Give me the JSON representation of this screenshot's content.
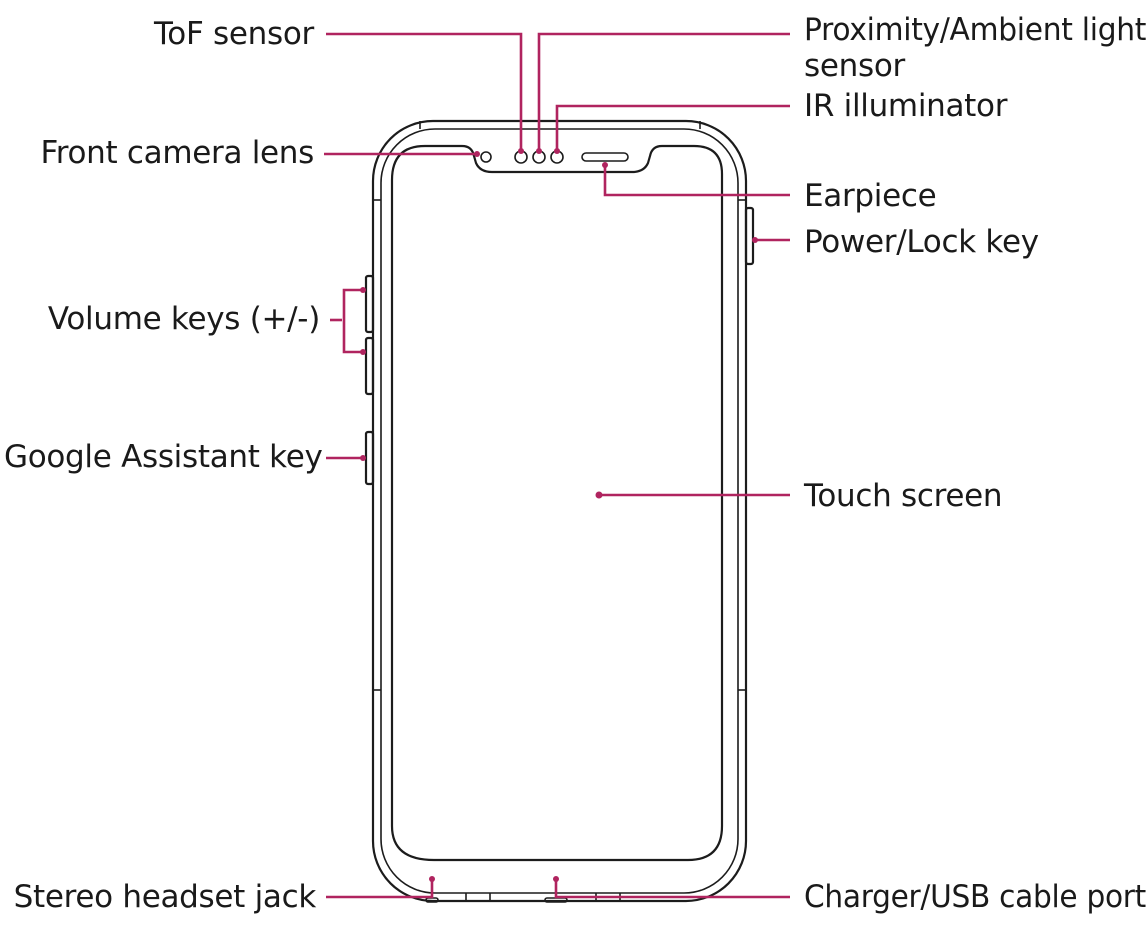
{
  "diagram": {
    "labels": {
      "tof_sensor": "ToF sensor",
      "proximity_line1": "Proximity/Ambient light",
      "proximity_line2": "sensor",
      "ir_illuminator": "IR illuminator",
      "front_camera": "Front camera lens",
      "earpiece": "Earpiece",
      "power_key": "Power/Lock key",
      "volume_keys": "Volume keys (+/-)",
      "assistant_key": "Google Assistant key",
      "touch_screen": "Touch screen",
      "headset_jack": "Stereo headset jack",
      "usb_port": "Charger/USB cable port"
    },
    "colors": {
      "leader": "#b0245f",
      "outline": "#1c1c1c",
      "text": "#1a1a1a"
    }
  }
}
